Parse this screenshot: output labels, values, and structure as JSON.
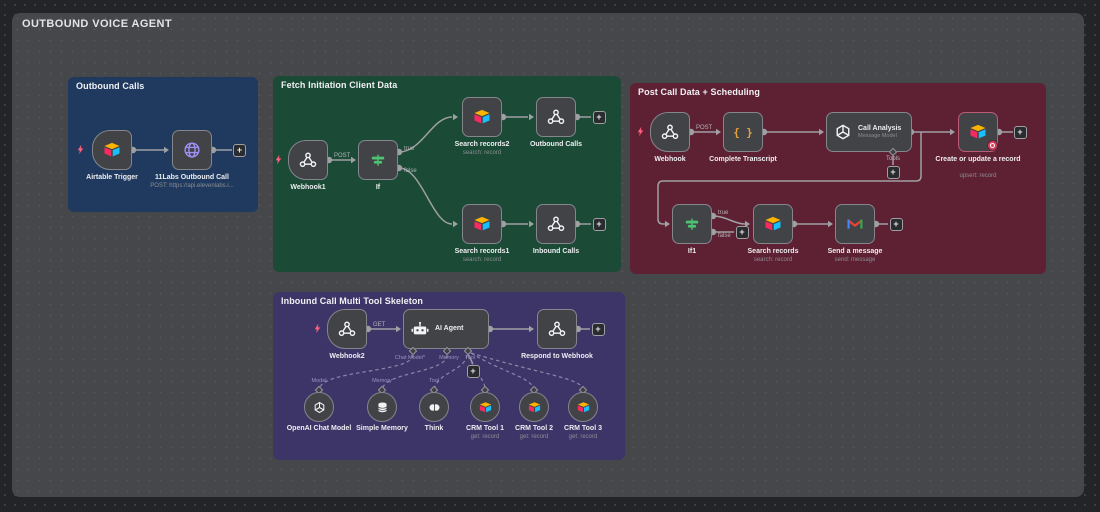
{
  "page": {
    "title": "OUTBOUND VOICE AGENT"
  },
  "colors": {
    "canvas": "#46474b",
    "background": "#232428",
    "sticky_blue": "#1f3a5e",
    "sticky_green": "#1b4a36",
    "sticky_red": "#5e2134",
    "sticky_purple": "#3d3568",
    "node_fill": "#424346",
    "node_border": "#85868c",
    "connection": "#9fa0a4",
    "trigger_bolt": "#ff5d7e",
    "if_icon_green": "#4cc272",
    "braces_orange": "#e8a33d",
    "globe_purple": "#a18ff7",
    "error_badge": "#d8415e"
  },
  "groups": {
    "outbound_calls": {
      "title": "Outbound Calls"
    },
    "fetch_initiation": {
      "title": "Fetch Initiation Client Data"
    },
    "post_call": {
      "title": "Post Call Data + Scheduling"
    },
    "inbound_multi_tool": {
      "title": "Inbound Call Multi Tool Skeleton"
    }
  },
  "nodes": {
    "airtable_trigger": {
      "label": "Airtable Trigger"
    },
    "elevenlabs_call": {
      "label": "11Labs Outbound Call",
      "subtitle": "POST: https://api.elevenlabs.i..."
    },
    "webhook1": {
      "label": "Webhook1"
    },
    "if": {
      "label": "If"
    },
    "search_records2": {
      "label": "Search records2",
      "subtitle": "search: record"
    },
    "outbound_calls_hook": {
      "label": "Outbound Calls"
    },
    "search_records1": {
      "label": "Search records1",
      "subtitle": "search: record"
    },
    "inbound_calls_hook": {
      "label": "Inbound Calls"
    },
    "webhook": {
      "label": "Webhook"
    },
    "complete_transcript": {
      "label": "Complete Transcript"
    },
    "call_analysis": {
      "label": "Call Analysis",
      "subtitle": "Message Model"
    },
    "create_update_record": {
      "label": "Create or update a record",
      "subtitle": "upsert: record"
    },
    "if1": {
      "label": "If1"
    },
    "search_records": {
      "label": "Search records",
      "subtitle": "search: record"
    },
    "send_message": {
      "label": "Send a message",
      "subtitle": "send: message"
    },
    "webhook2": {
      "label": "Webhook2"
    },
    "ai_agent": {
      "label": "AI Agent"
    },
    "respond_webhook": {
      "label": "Respond to Webhook"
    },
    "openai_chat_model": {
      "label": "OpenAI Chat Model"
    },
    "simple_memory": {
      "label": "Simple Memory"
    },
    "think": {
      "label": "Think"
    },
    "crm_tool_1": {
      "label": "CRM Tool 1",
      "subtitle": "get: record"
    },
    "crm_tool_2": {
      "label": "CRM Tool 2",
      "subtitle": "get: record"
    },
    "crm_tool_3": {
      "label": "CRM Tool 3",
      "subtitle": "get: record"
    }
  },
  "conn": {
    "post": "POST",
    "get": "GET",
    "true": "true",
    "false": "false",
    "tools": "Tools"
  },
  "ports": {
    "chat_model": "Chat Model*",
    "memory": "Memory",
    "tool": "Tool",
    "model": "Model"
  },
  "ui": {
    "plus": "+"
  }
}
